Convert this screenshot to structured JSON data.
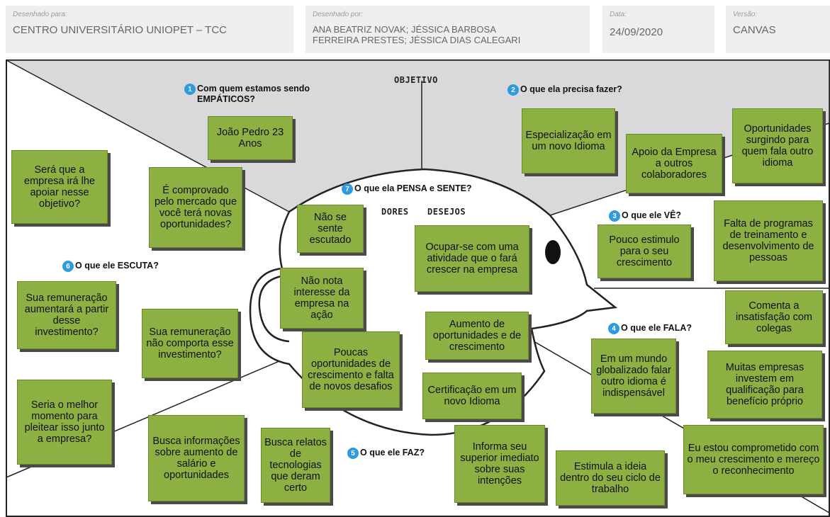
{
  "header": {
    "designed_for_label": "Desenhado para:",
    "designed_for": "CENTRO UNIVERSITÁRIO UNIOPET – TCC",
    "designed_by_label": "Desenhado por:",
    "designed_by_line1": "ANA BEATRIZ NOVAK; JÉSSICA BARBOSA",
    "designed_by_line2": "FERREIRA PRESTES; JÉSSICA DIAS CALEGARI",
    "date_label": "Data:",
    "date": "24/09/2020",
    "version_label": "Versão:",
    "version": "CANVAS"
  },
  "labels": {
    "objetivo": "OBJETIVO",
    "dores": "DORES",
    "desejos": "DESEJOS"
  },
  "questions": {
    "q1": {
      "num": "1",
      "line1": "Com quem estamos sendo",
      "line2": "EMPÁTICOS?"
    },
    "q2": {
      "num": "2",
      "text": "O que ela precisa fazer?"
    },
    "q3": {
      "num": "3",
      "text": "O que ele VÊ?"
    },
    "q4": {
      "num": "4",
      "text": "O que ele FALA?"
    },
    "q5": {
      "num": "5",
      "text": "O que ele FAZ?"
    },
    "q6": {
      "num": "6",
      "text": "O que ele ESCUTA?"
    },
    "q7": {
      "num": "7",
      "text": "O que ela PENSA e SENTE?"
    }
  },
  "notes": {
    "joao": "João Pedro 23 Anos",
    "especializacao": "Especialização em um novo Idioma",
    "apoio": "Apoio da Empresa a outros colaboradores",
    "oportunidades_surgindo": "Oportunidades surgindo para quem fala outro idioma",
    "sera_que": "Será que a empresa irá lhe apoiar nesse objetivo?",
    "comprovado": "É comprovado pelo mercado que você terá novas oportunidades?",
    "nao_escutado": "Não se sente escutado",
    "ocupar": "Ocupar-se com uma atividade que o fará crescer na empresa",
    "pouco_estimulo": "Pouco estimulo para o seu crescimento",
    "falta_programas": "Falta de programas de treinamento e desenvolvimento de pessoas",
    "nao_nota": "Não nota interesse da empresa na ação",
    "remuneracao_aumentara": "Sua remuneração aumentará a partir desse investimento?",
    "remuneracao_nao": "Sua remuneração não comporta esse investimento?",
    "aumento_oportunidades": "Aumento de oportunidades e de crescimento",
    "comenta": "Comenta a insatisfação com colegas",
    "poucas": "Poucas oportunidades de crescimento e falta de novos desafios",
    "globalizado": "Em um mundo globalizado falar outro idioma é indispensável",
    "muitas_empresas": "Muitas empresas investem em qualificação para benefício próprio",
    "certificacao": "Certificação em um novo Idioma",
    "melhor_momento": "Seria o melhor momento para pleitear isso junto a empresa?",
    "busca_info": "Busca informações sobre aumento de salário e oportunidades",
    "busca_relatos": "Busca relatos de tecnologias que deram certo",
    "informa": "Informa seu superior imediato sobre suas intenções",
    "estimula": "Estimula a ideia dentro do seu ciclo de trabalho",
    "comprometido": "Eu estou comprometido com o meu crescimento e mereço o reconhecimento"
  }
}
